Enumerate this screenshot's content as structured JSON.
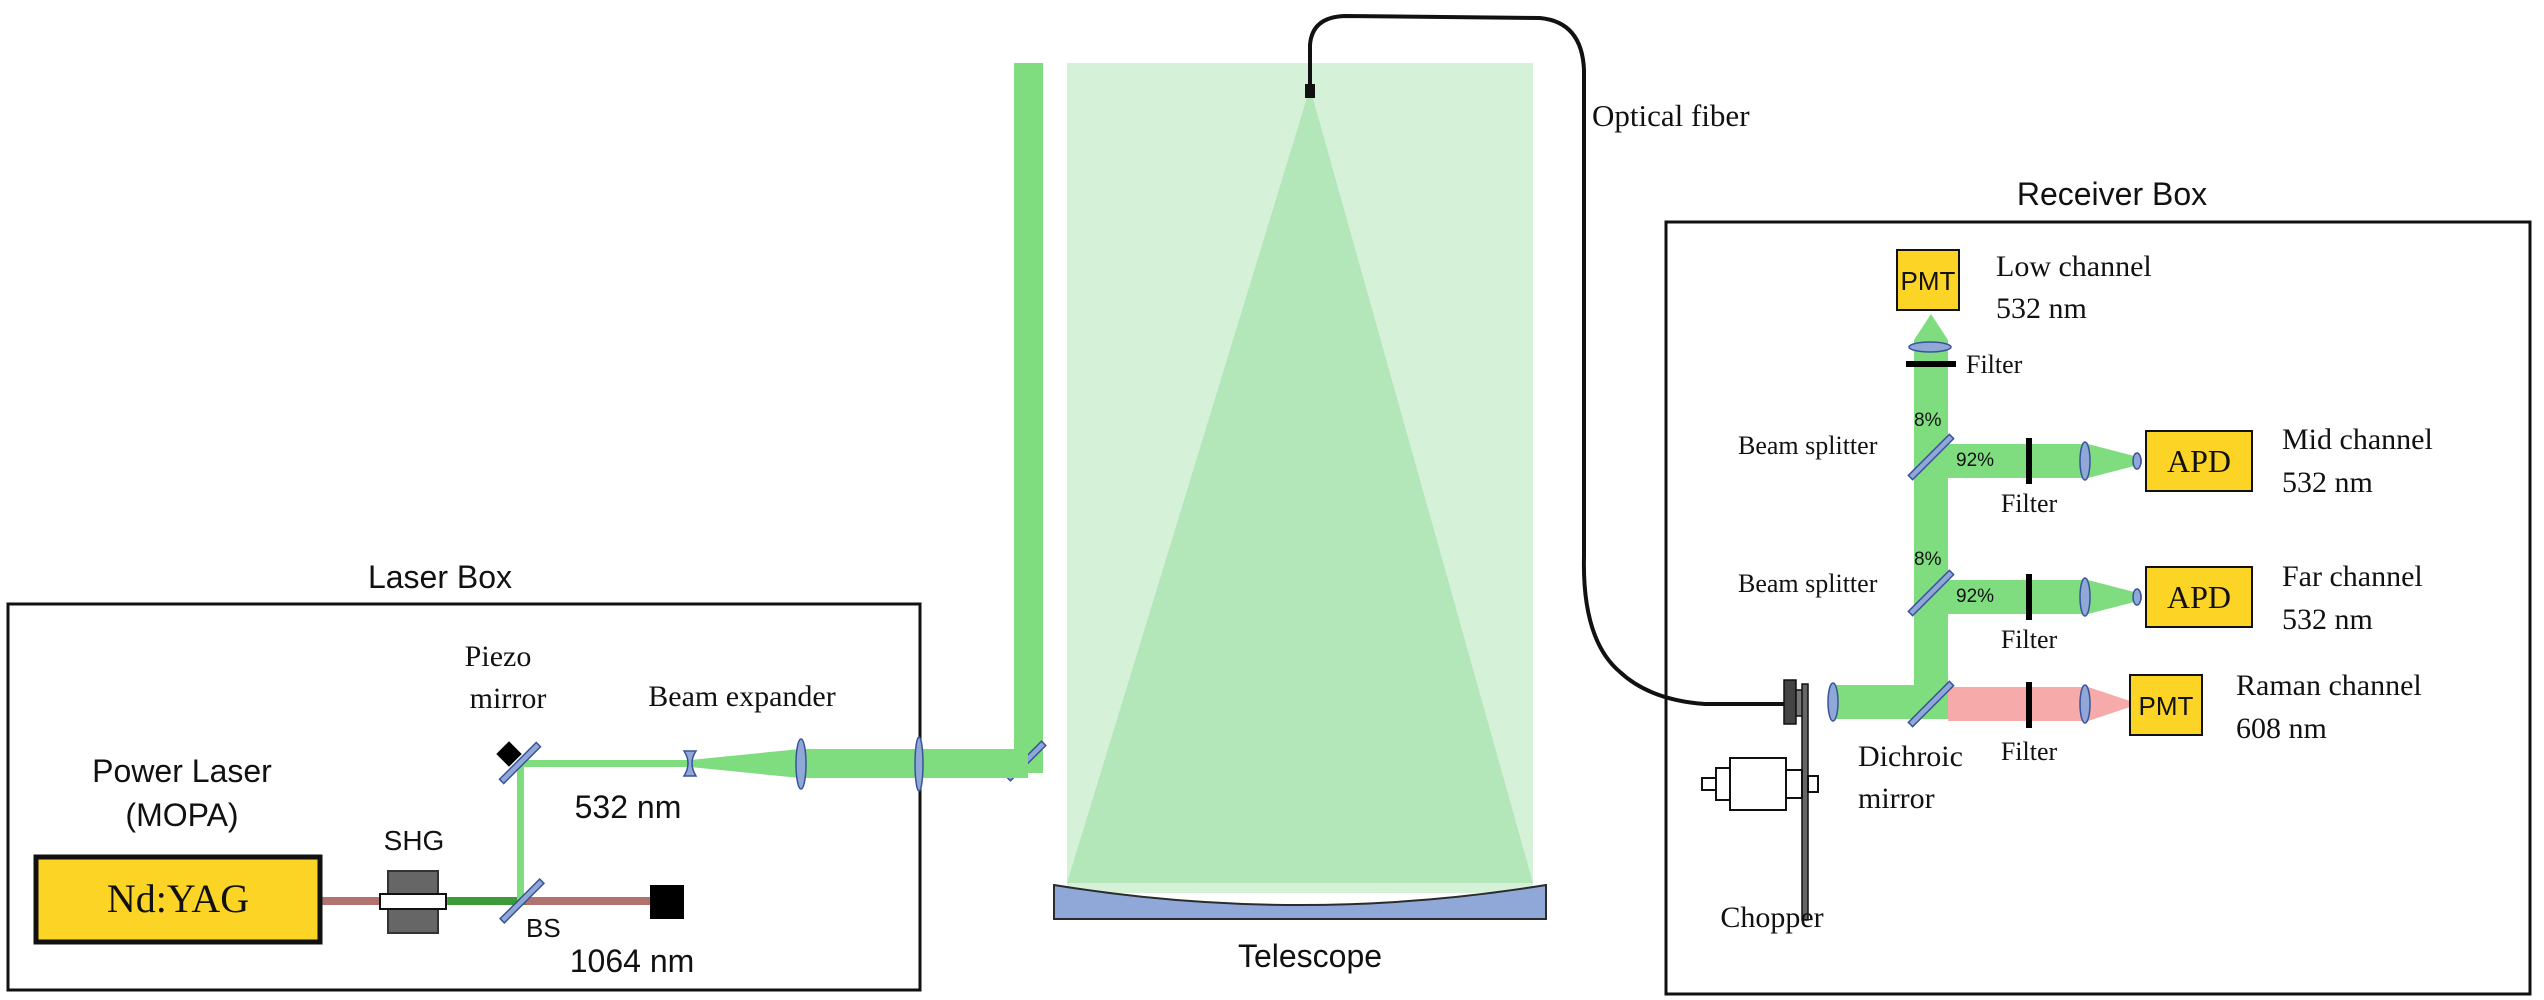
{
  "labels": {
    "laser_box": "Laser Box",
    "power_laser_line1": "Power Laser",
    "power_laser_line2": "(MOPA)",
    "nd_yag": "Nd:YAG",
    "shg": "SHG",
    "bs": "BS",
    "wl_1064": "1064 nm",
    "wl_532": "532 nm",
    "piezo_line1": "Piezo",
    "piezo_line2": "mirror",
    "beam_expander": "Beam expander",
    "telescope": "Telescope",
    "optical_fiber": "Optical fiber",
    "receiver_box": "Receiver Box",
    "pmt": "PMT",
    "apd": "APD",
    "filter": "Filter",
    "beam_splitter": "Beam splitter",
    "pct_8": "8%",
    "pct_92": "92%",
    "low_channel": "Low channel",
    "mid_channel": "Mid channel",
    "far_channel": "Far channel",
    "raman_channel": "Raman channel",
    "nm_532": "532 nm",
    "nm_608": "608 nm",
    "dichroic_line1": "Dichroic",
    "dichroic_line2": "mirror",
    "chopper": "Chopper"
  },
  "colors": {
    "green_beam": "#7fdd80",
    "green_fov": "#d5f1d8",
    "green_cone": "#b3e6b9",
    "red_beam": "#f7aaaa",
    "ir_beam": "#b07370",
    "shg_beam": "#3c9a38",
    "detector_fill": "#fcd426",
    "optic_blue": "#8fa8d8",
    "mirror_dark": "#39539a"
  }
}
